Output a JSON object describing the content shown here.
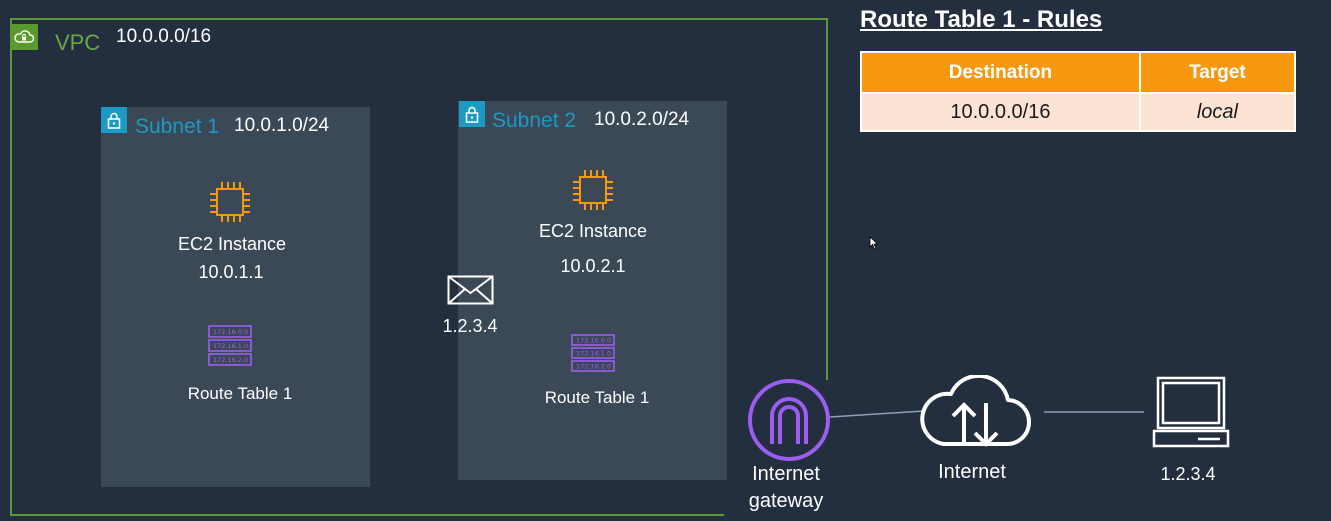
{
  "vpc": {
    "label": "VPC",
    "cidr": "10.0.0.0/16"
  },
  "subnets": [
    {
      "name": "Subnet 1",
      "cidr": "10.0.1.0/24",
      "instance_label": "EC2 Instance",
      "instance_ip": "10.0.1.1",
      "route_table_label": "Route Table 1",
      "route_icon_rows": [
        "172.16.0.0",
        "172.16.1.0",
        "172.16.2.0"
      ]
    },
    {
      "name": "Subnet 2",
      "cidr": "10.0.2.0/24",
      "instance_label": "EC2 Instance",
      "instance_ip": "10.0.2.1",
      "route_table_label": "Route Table 1",
      "route_icon_rows": [
        "172.16.0.0",
        "172.16.1.0",
        "172.16.2.0"
      ]
    }
  ],
  "packet": {
    "label": "1.2.3.4"
  },
  "gateway": {
    "label_line1": "Internet",
    "label_line2": "gateway"
  },
  "internet": {
    "label": "Internet"
  },
  "client": {
    "label": "1.2.3.4"
  },
  "route_table": {
    "title": "Route Table 1 - Rules",
    "headers": [
      "Destination",
      "Target"
    ],
    "rows": [
      [
        "10.0.0.0/16",
        "local"
      ]
    ]
  },
  "colors": {
    "background": "#232f3e",
    "vpc": "#5a9a2e",
    "subnet": "#3b4856",
    "subnet_accent": "#1b9ac6",
    "ec2": "#f8980f",
    "route_table_icon": "#9b5ef0",
    "gateway": "#9b5ef0",
    "table_header": "#f8980f",
    "table_cell": "#fde3d3"
  },
  "icons": [
    "cloud-lock-icon",
    "lock-icon",
    "ec2-chip-icon",
    "route-table-icon",
    "envelope-icon",
    "internet-gateway-icon",
    "cloud-upload-download-icon",
    "computer-icon",
    "mouse-cursor-icon"
  ]
}
